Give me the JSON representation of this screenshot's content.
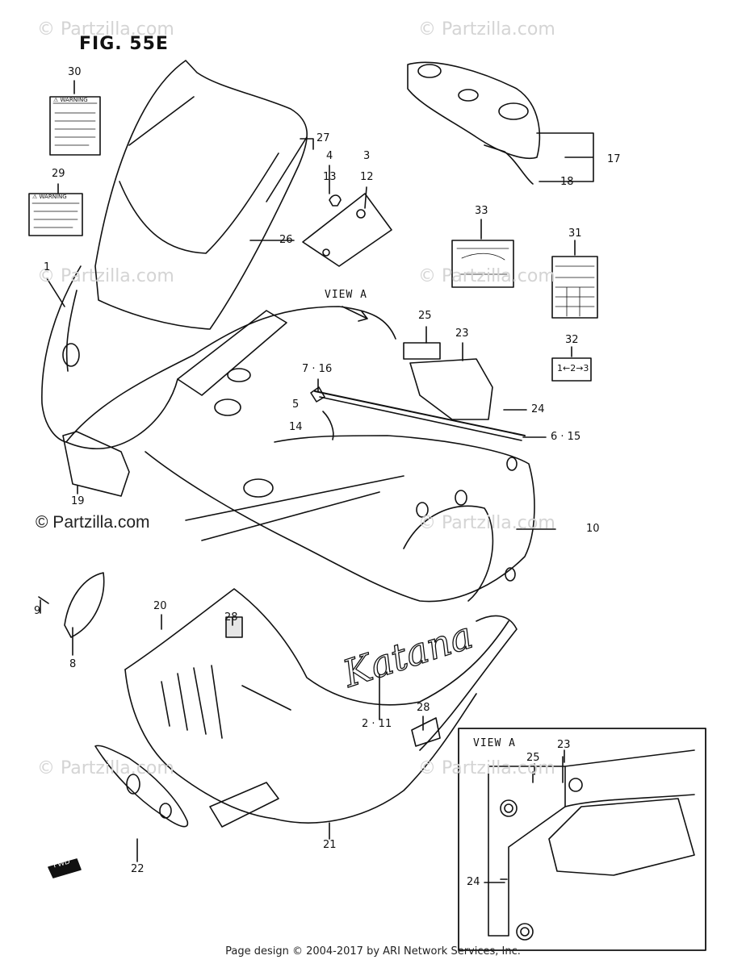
{
  "figure_title": "FIG. 55E",
  "watermark": "© Partzilla.com",
  "copyright_main": "© Partzilla.com",
  "footer": "Page design © 2004-2017 by ARI Network Services, Inc.",
  "view_a_arrow": "VIEW A",
  "view_a_inset": "VIEW A",
  "warning_text": "⚠ WARNING",
  "fwd_badge": "FWD",
  "gear_label": "1←2→3",
  "callouts": {
    "c30": "30",
    "c29": "29",
    "c1": "1",
    "c27": "27",
    "c4": "4",
    "c13": "13",
    "c3": "3",
    "c12": "12",
    "c26": "26",
    "c17": "17",
    "c18": "18",
    "c33": "33",
    "c31": "31",
    "c32": "32",
    "c25": "25",
    "c23": "23",
    "c24": "24",
    "c7_16": "7 · 16",
    "c5": "5",
    "c14": "14",
    "c6_15": "6 · 15",
    "c10": "10",
    "c19": "19",
    "c9": "9",
    "c8": "8",
    "c20": "20",
    "c28a": "28",
    "c2_11": "2 · 11",
    "c28b": "28",
    "c21": "21",
    "c22": "22",
    "i25": "25",
    "i23": "23",
    "i24": "24"
  },
  "brand_script": "Katana"
}
